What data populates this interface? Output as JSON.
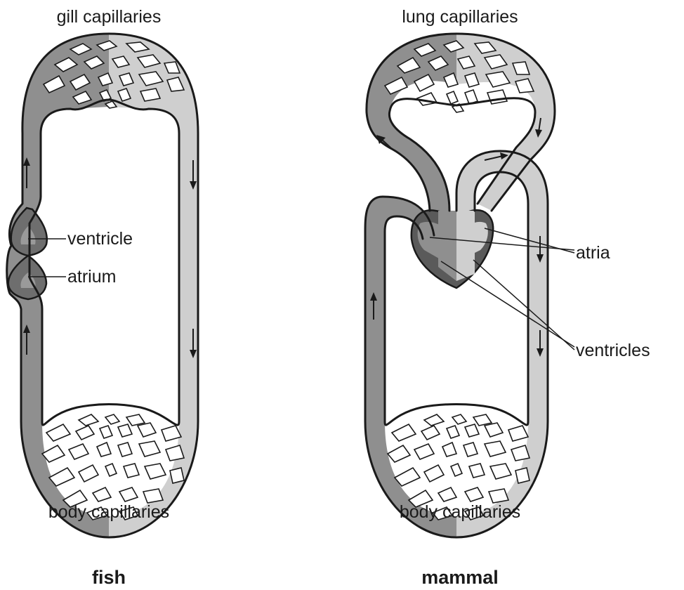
{
  "fish": {
    "top_label": "gill capillaries",
    "bottom_label": "body capillaries",
    "ventricle_label": "ventricle",
    "atrium_label": "atrium",
    "caption": "fish"
  },
  "mammal": {
    "top_label": "lung capillaries",
    "bottom_label": "body capillaries",
    "atria_label": "atria",
    "ventricles_label": "ventricles",
    "caption": "mammal"
  },
  "colors": {
    "deoxygenated": "#8f8f8f",
    "oxygenated": "#cfcfcf",
    "heart": "#5a5a5a",
    "outline": "#1a1a1a"
  }
}
